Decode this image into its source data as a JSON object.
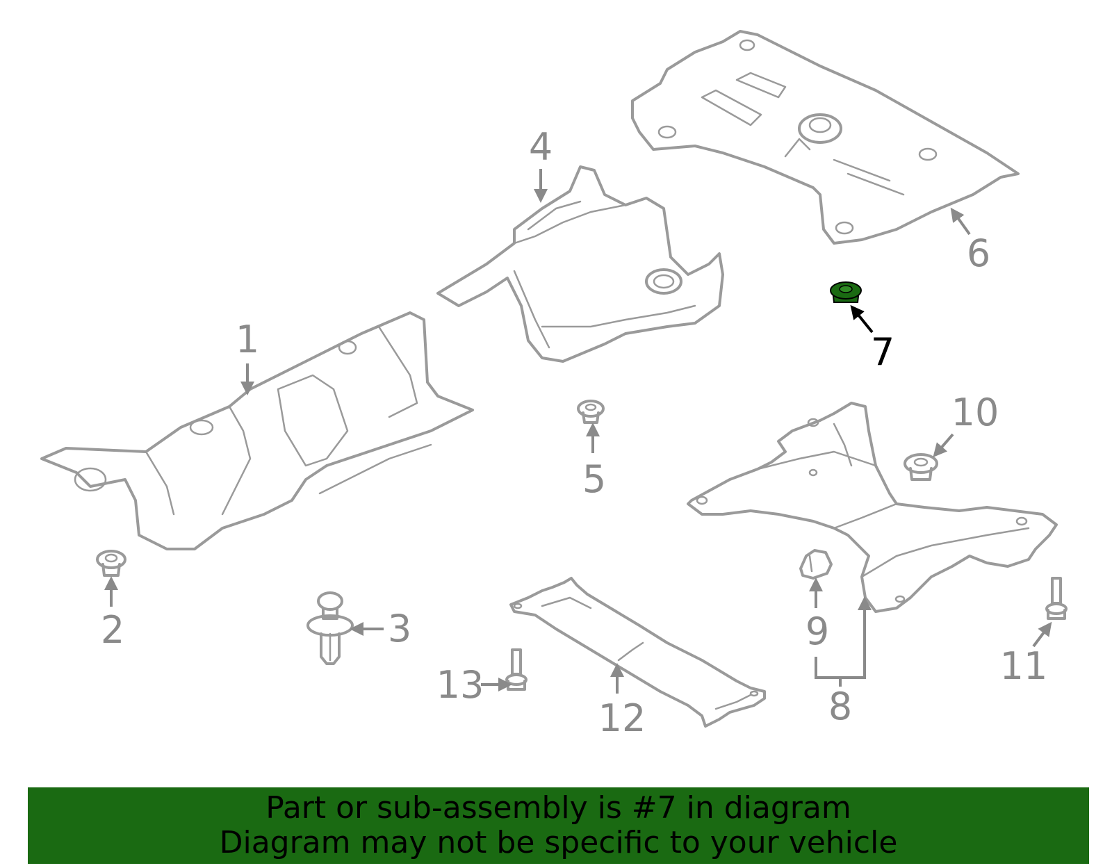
{
  "callouts": [
    {
      "id": "c1",
      "label": "1",
      "highlighted": false
    },
    {
      "id": "c2",
      "label": "2",
      "highlighted": false
    },
    {
      "id": "c3",
      "label": "3",
      "highlighted": false
    },
    {
      "id": "c4",
      "label": "4",
      "highlighted": false
    },
    {
      "id": "c5",
      "label": "5",
      "highlighted": false
    },
    {
      "id": "c6",
      "label": "6",
      "highlighted": false
    },
    {
      "id": "c7",
      "label": "7",
      "highlighted": true
    },
    {
      "id": "c8",
      "label": "8",
      "highlighted": false
    },
    {
      "id": "c9",
      "label": "9",
      "highlighted": false
    },
    {
      "id": "c10",
      "label": "10",
      "highlighted": false
    },
    {
      "id": "c11",
      "label": "11",
      "highlighted": false
    },
    {
      "id": "c12",
      "label": "12",
      "highlighted": false
    },
    {
      "id": "c13",
      "label": "13",
      "highlighted": false
    }
  ],
  "banner": {
    "line1": "Part or sub-assembly is #7 in diagram",
    "line2": "Diagram may not be specific to your vehicle"
  },
  "colors": {
    "part_stroke": "#9a9a9a",
    "label": "#8a8a8a",
    "highlight_fill": "#1a6a12",
    "highlight_text": "#000000",
    "banner_bg": "#1a6a12"
  }
}
